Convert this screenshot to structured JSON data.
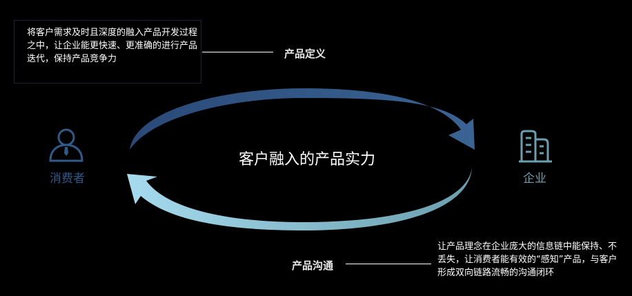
{
  "title": "客户融入的产品实力",
  "definition": {
    "label": "产品定义",
    "description": "将客户需求及时且深度的融入产品开发过程之中，让企业能更快速、更准确的进行产品迭代，保持产品竞争力"
  },
  "communication": {
    "label": "产品沟通",
    "description": "让产品理念在企业庞大的信息链中能保持、不丢失，让消费者能有效的“感知”产品，与客户形成双向链路流畅的沟通闭环"
  },
  "consumer": {
    "label": "消费者",
    "icon": "person-icon",
    "color": "#2f5a8a"
  },
  "enterprise": {
    "label": "企业",
    "icon": "building-icon",
    "color": "#6a9fae"
  },
  "colors": {
    "top_arrow": "#2d5083",
    "bottom_arrow": "#8fcbe0"
  }
}
